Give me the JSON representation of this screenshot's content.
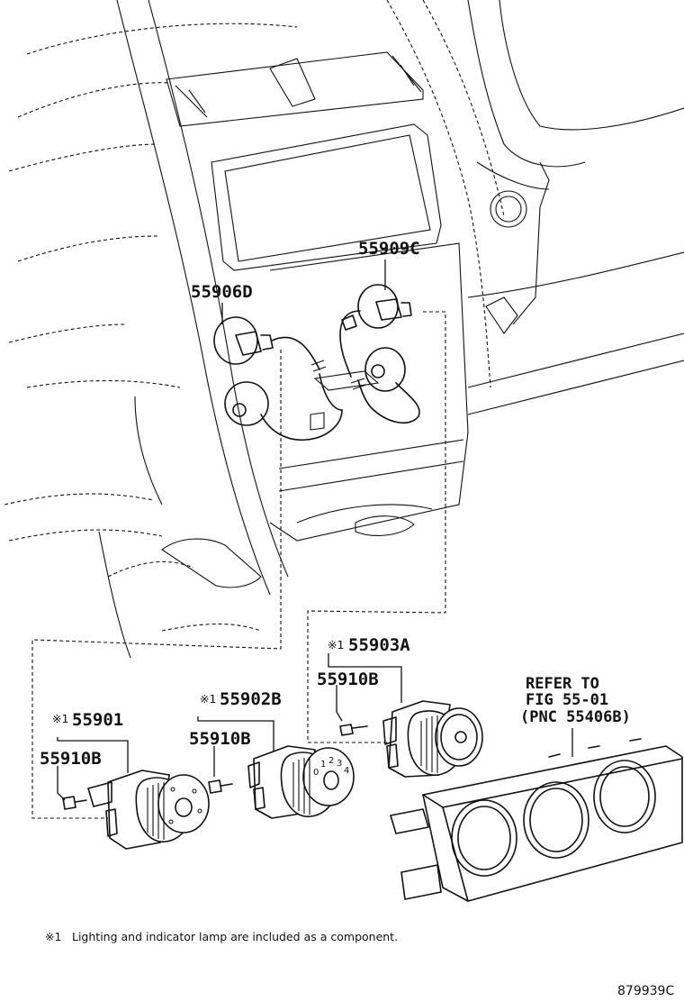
{
  "part_labels": {
    "p55909C": "55909C",
    "p55906D": "55906D",
    "p55903A": "55903A",
    "p55902B": "55902B",
    "p55901": "55901",
    "p55910B_1": "55910B",
    "p55910B_2": "55910B",
    "p55910B_3": "55910B"
  },
  "marks": {
    "component_mark": "※1"
  },
  "dial_digits": [
    "0",
    "1",
    "2",
    "3",
    "4"
  ],
  "reference": {
    "line1": "REFER TO",
    "line2": "FIG 55-01",
    "line3": "(PNC 55406B)"
  },
  "footnote": {
    "mark": "※1",
    "text": "Lighting and indicator lamp are included as a component."
  },
  "figure_number": "879939C"
}
